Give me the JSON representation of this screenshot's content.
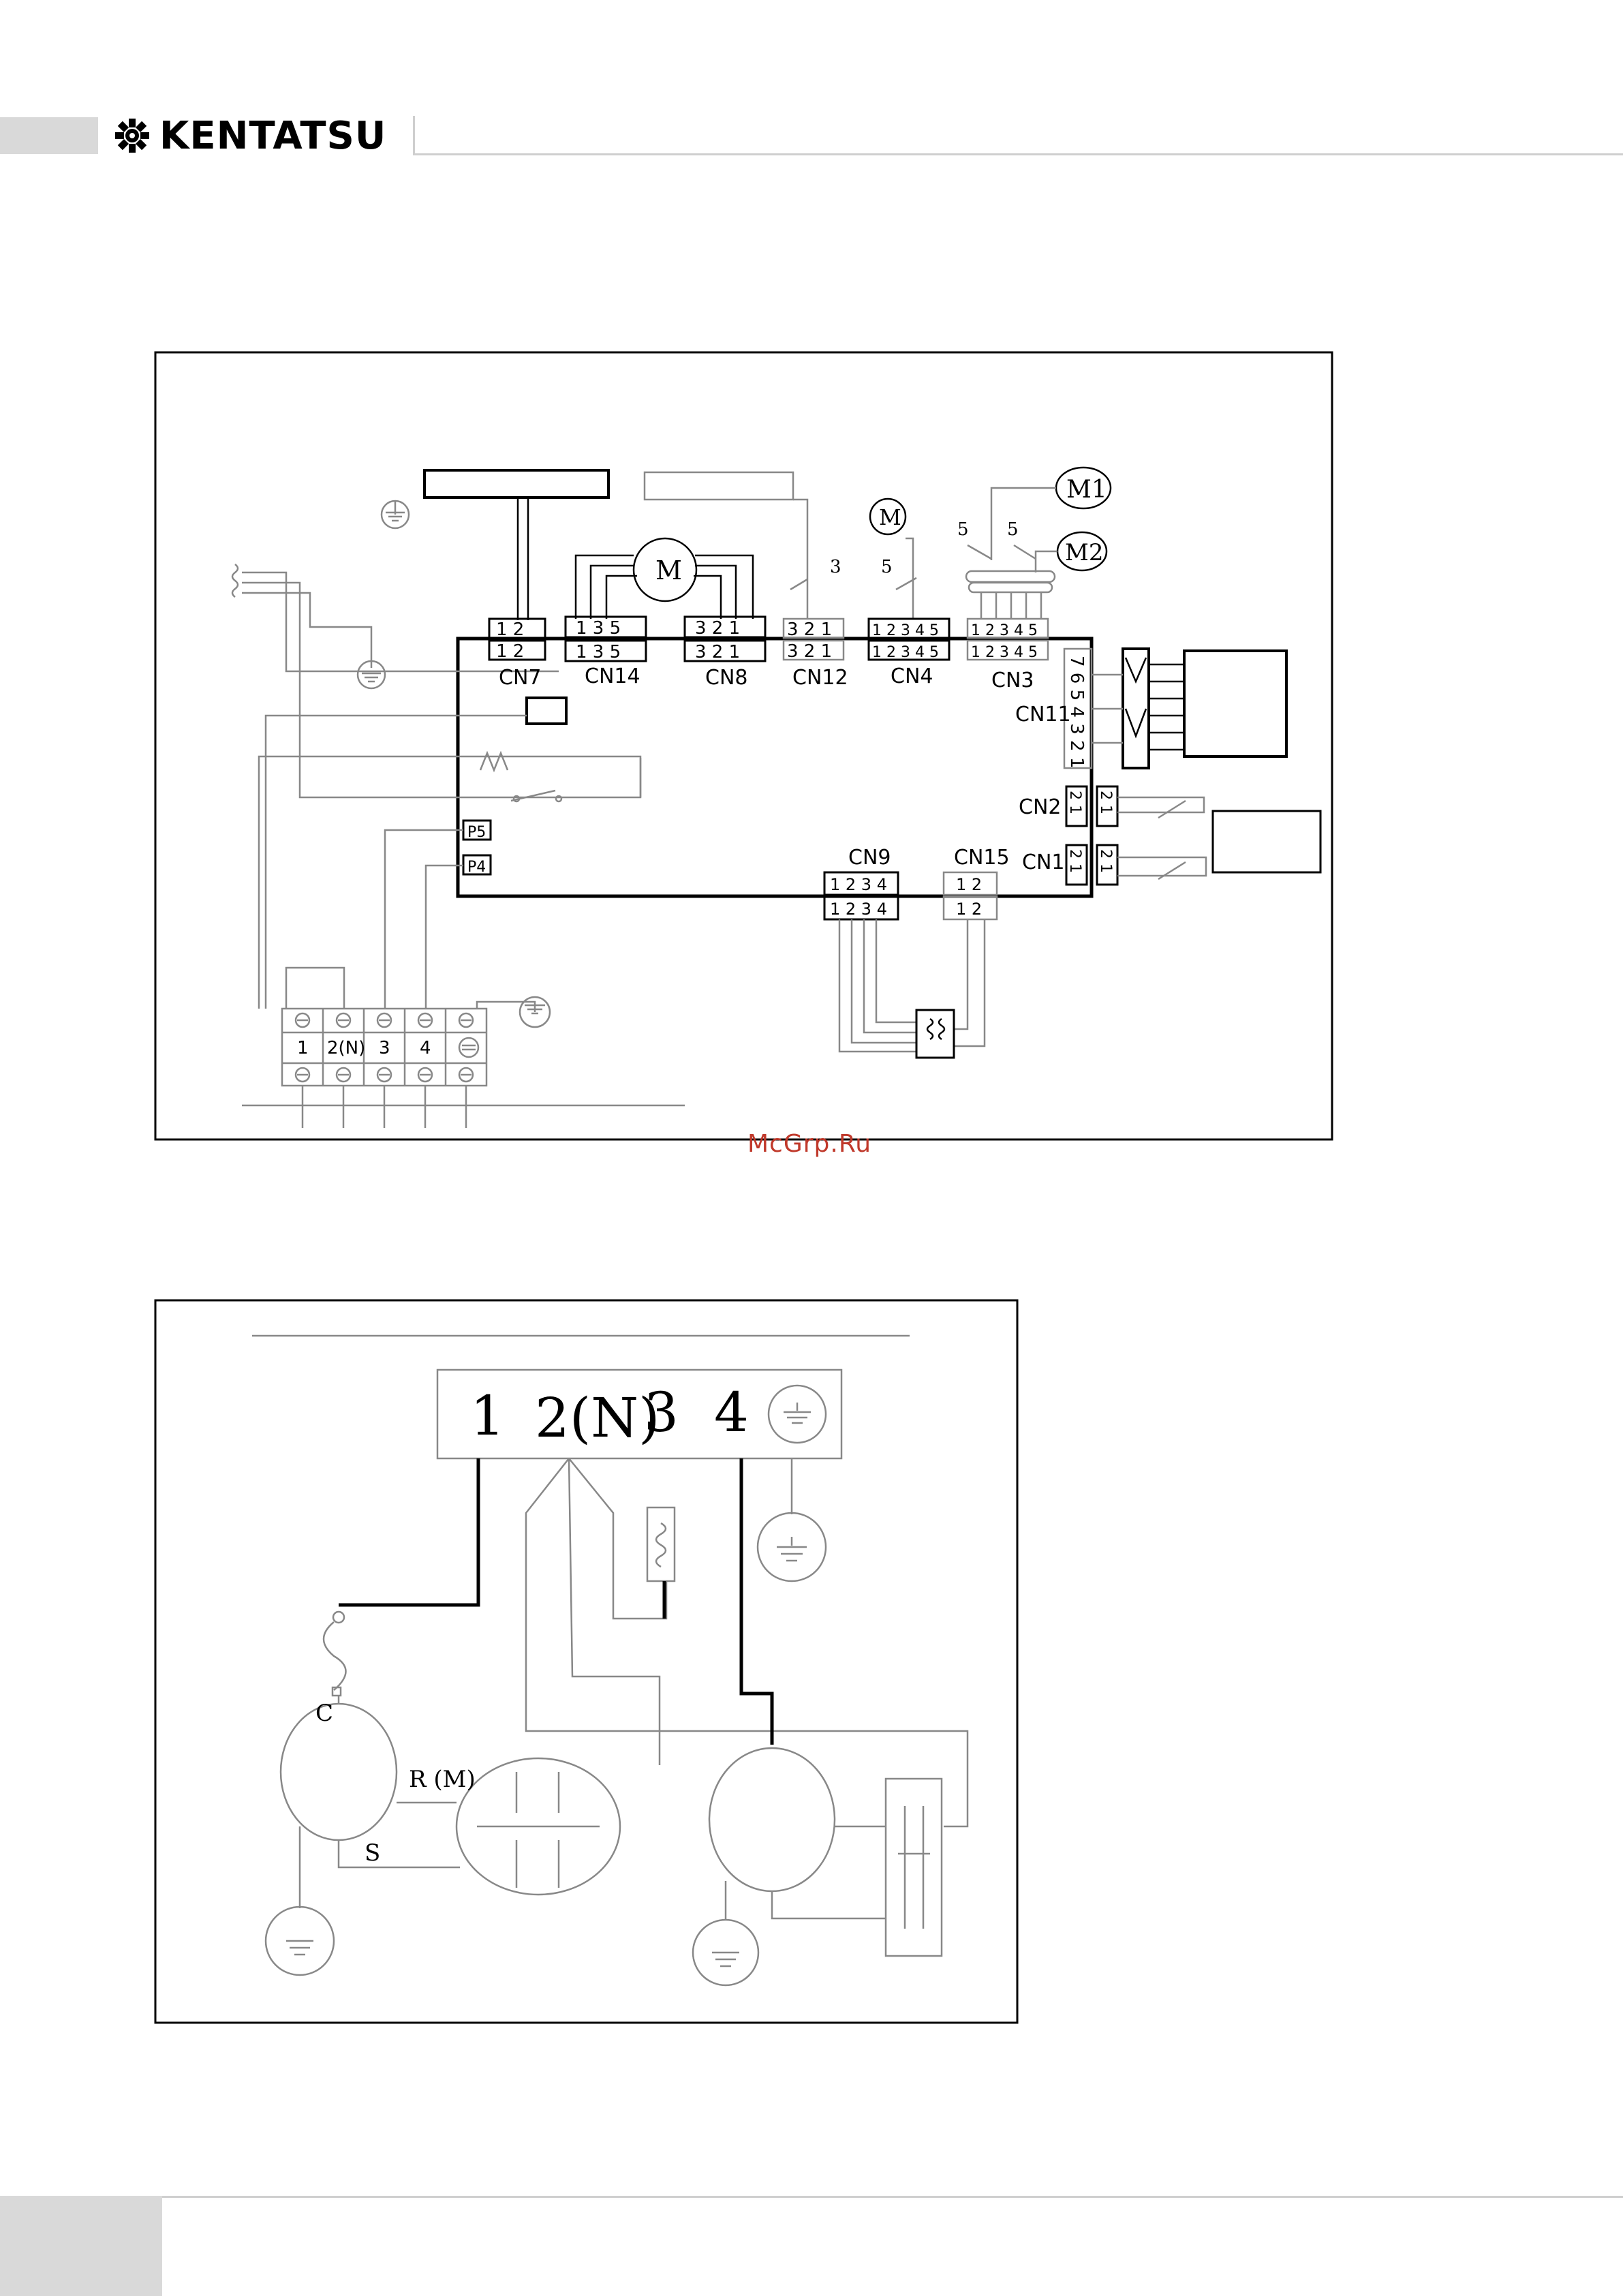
{
  "header": {
    "brand": "KENTATSU"
  },
  "watermark": "McGrp.Ru",
  "diagram1": {
    "connectors": {
      "cn7": {
        "label": "CN7",
        "pins": "1  2"
      },
      "cn14": {
        "label": "CN14",
        "pins": "1  3  5"
      },
      "cn8": {
        "label": "CN8",
        "pins": "3  2  1"
      },
      "cn12": {
        "label": "CN12",
        "pins": "3  2  1"
      },
      "cn4": {
        "label": "CN4",
        "pins": "1 2 3 4 5"
      },
      "cn3": {
        "label": "CN3",
        "pins": "1 2 3 4 5"
      },
      "cn11": {
        "label": "CN11",
        "pins": "7 6 5 4 3 2 1"
      },
      "cn2": {
        "label": "CN2",
        "pins": "2 1"
      },
      "cn1": {
        "label": "CN1",
        "pins": "2 1"
      },
      "cn9": {
        "label": "CN9",
        "pins": "1 2 3 4"
      },
      "cn15": {
        "label": "CN15",
        "pins": "1  2"
      }
    },
    "motors": {
      "fan": "M",
      "small": "M",
      "m1": "M1",
      "m2": "M2"
    },
    "wire_counts": {
      "cn12": "3",
      "cn4": "5",
      "m1": "5",
      "m2": "5"
    },
    "relays": {
      "p5": "P5",
      "p4": "P4"
    },
    "terminal": {
      "t1": "1",
      "t2": "2(N)",
      "t3": "3",
      "t4": "4"
    }
  },
  "diagram2": {
    "terminal": {
      "t1": "1",
      "t2": "2(N)",
      "t3": "3",
      "t4": "4"
    },
    "compressor": {
      "c": "C",
      "r": "R (M)",
      "s": "S"
    }
  }
}
